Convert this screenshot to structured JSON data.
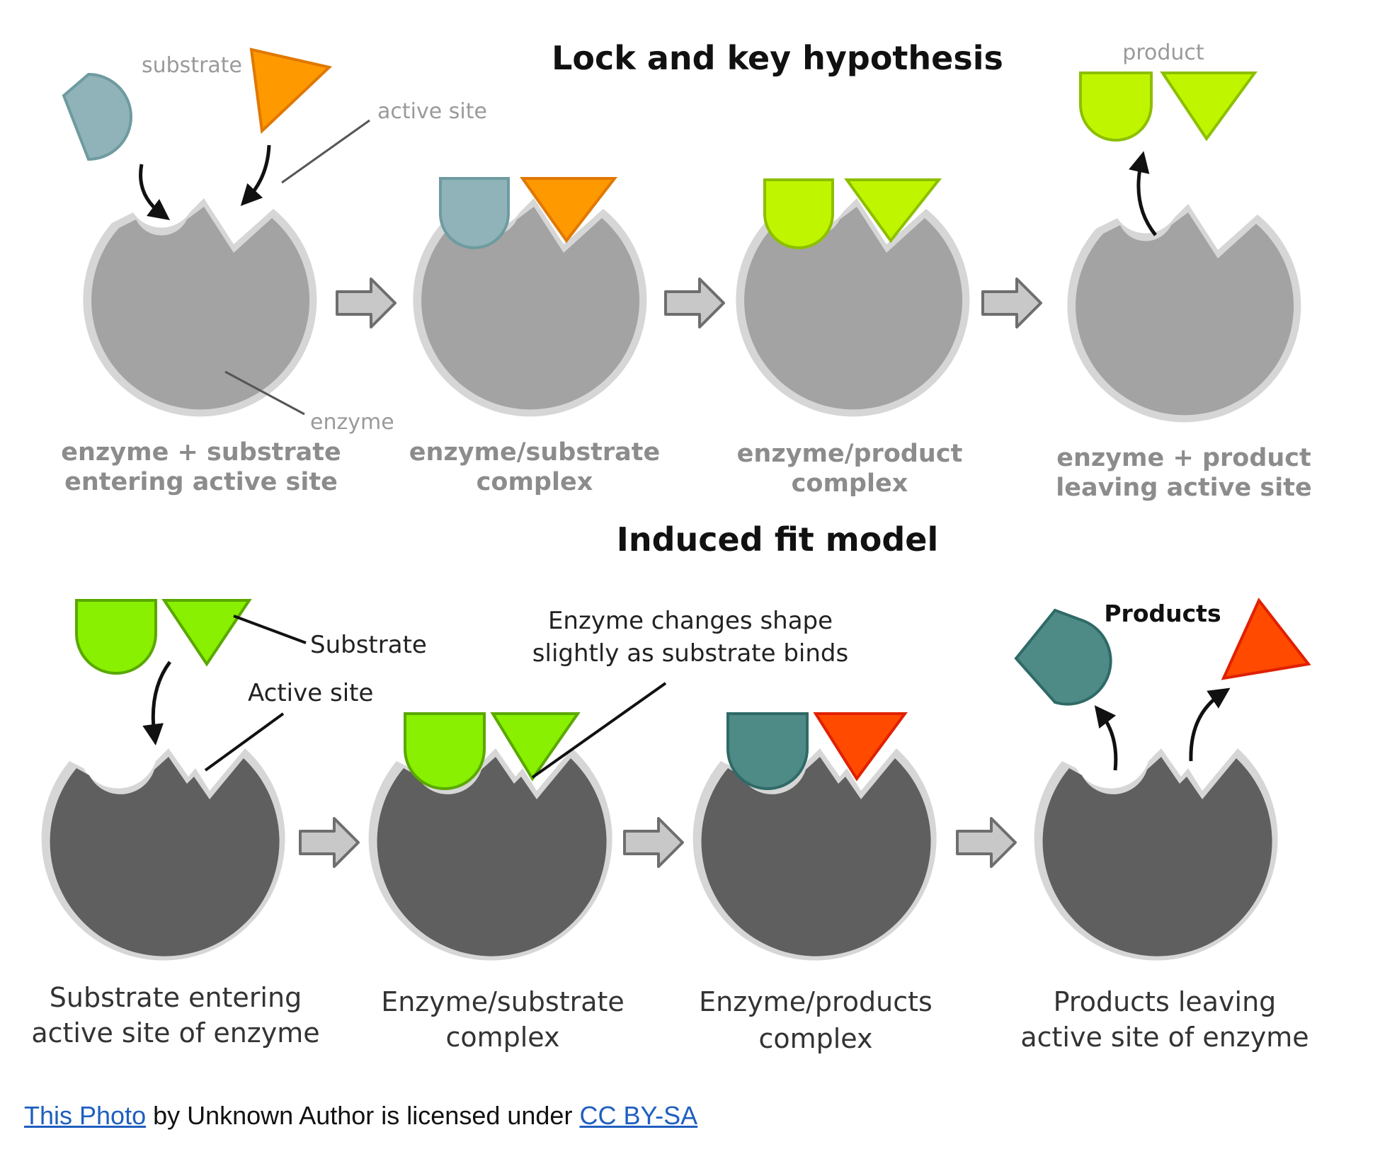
{
  "lock_key": {
    "title": "Lock and key hypothesis",
    "labels": {
      "substrate": "substrate",
      "active_site": "active site",
      "enzyme": "enzyme",
      "product": "product"
    },
    "steps": [
      {
        "line1": "enzyme + substrate",
        "line2": "entering active site"
      },
      {
        "line1": "enzyme/substrate",
        "line2": "complex"
      },
      {
        "line1": "enzyme/product",
        "line2": "complex"
      },
      {
        "line1": "enzyme + product",
        "line2": "leaving active site"
      }
    ]
  },
  "induced_fit": {
    "title": "Induced fit model",
    "labels": {
      "substrate": "Substrate",
      "active_site": "Active site",
      "shape_change_line1": "Enzyme changes shape",
      "shape_change_line2": "slightly as substrate binds",
      "products": "Products"
    },
    "steps": [
      {
        "line1": "Substrate entering",
        "line2": "active site of enzyme"
      },
      {
        "line1": "Enzyme/substrate",
        "line2": "complex"
      },
      {
        "line1": "Enzyme/products",
        "line2": "complex"
      },
      {
        "line1": "Products leaving",
        "line2": "active site of enzyme"
      }
    ]
  },
  "credit": {
    "photo_link": "This Photo",
    "middle": " by Unknown Author is licensed under ",
    "license_link": "CC BY-SA"
  },
  "colors": {
    "enzyme_light": "#a3a3a3",
    "enzyme_dark": "#5f5f5f",
    "enzyme_rim": "#d6d6d6",
    "substrate_blue": "#8fb3b8",
    "substrate_orange": "#ff9900",
    "product_green": "#c0f500",
    "substrate_green": "#88f000",
    "product_teal": "#4e8a86",
    "product_red": "#ff4a00"
  }
}
